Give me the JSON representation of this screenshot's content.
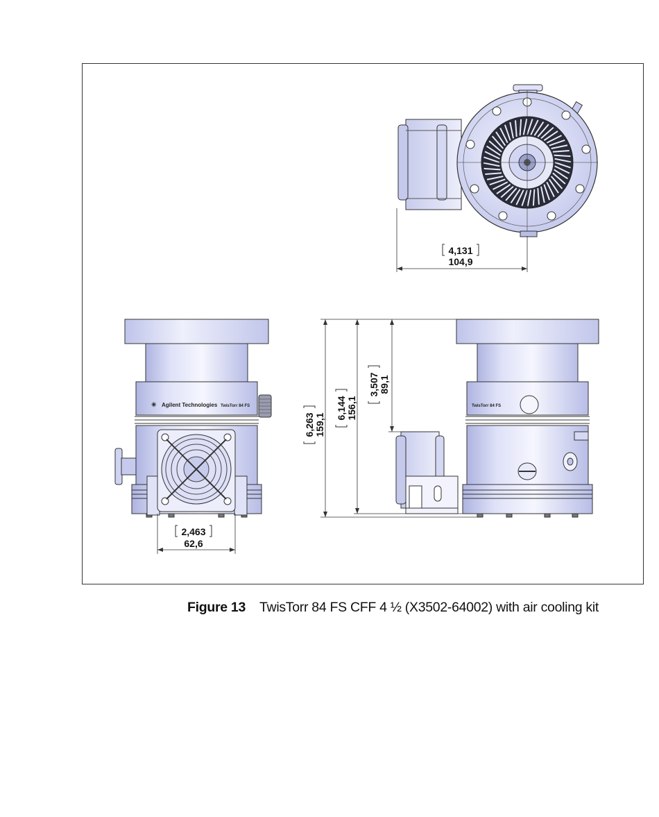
{
  "drawing": {
    "top_view": {
      "dimension_inch": "4,131",
      "dimension_mm": "104,9"
    },
    "front_view": {
      "brand_label": "Agilent Technologies",
      "model_label": "TwisTorr 84 FS",
      "dimension_inch": "2,463",
      "dimension_mm": "62,6"
    },
    "side_view": {
      "model_label": "TwisTorr 84 FS",
      "total_height_inch": "6,263",
      "total_height_mm": "159,1",
      "height_inch": "6,144",
      "height_mm": "156,1",
      "upper_height_inch": "3,507",
      "upper_height_mm": "89,1"
    }
  },
  "caption": {
    "label": "Figure 13",
    "text": "TwisTorr 84 FS CFF 4 ½ (X3502-64002) with air cooling kit"
  },
  "colors": {
    "body_light": "#eef0fc",
    "body_mid": "#d4d8f4",
    "body_dark": "#aab0de",
    "line": "#333333"
  }
}
